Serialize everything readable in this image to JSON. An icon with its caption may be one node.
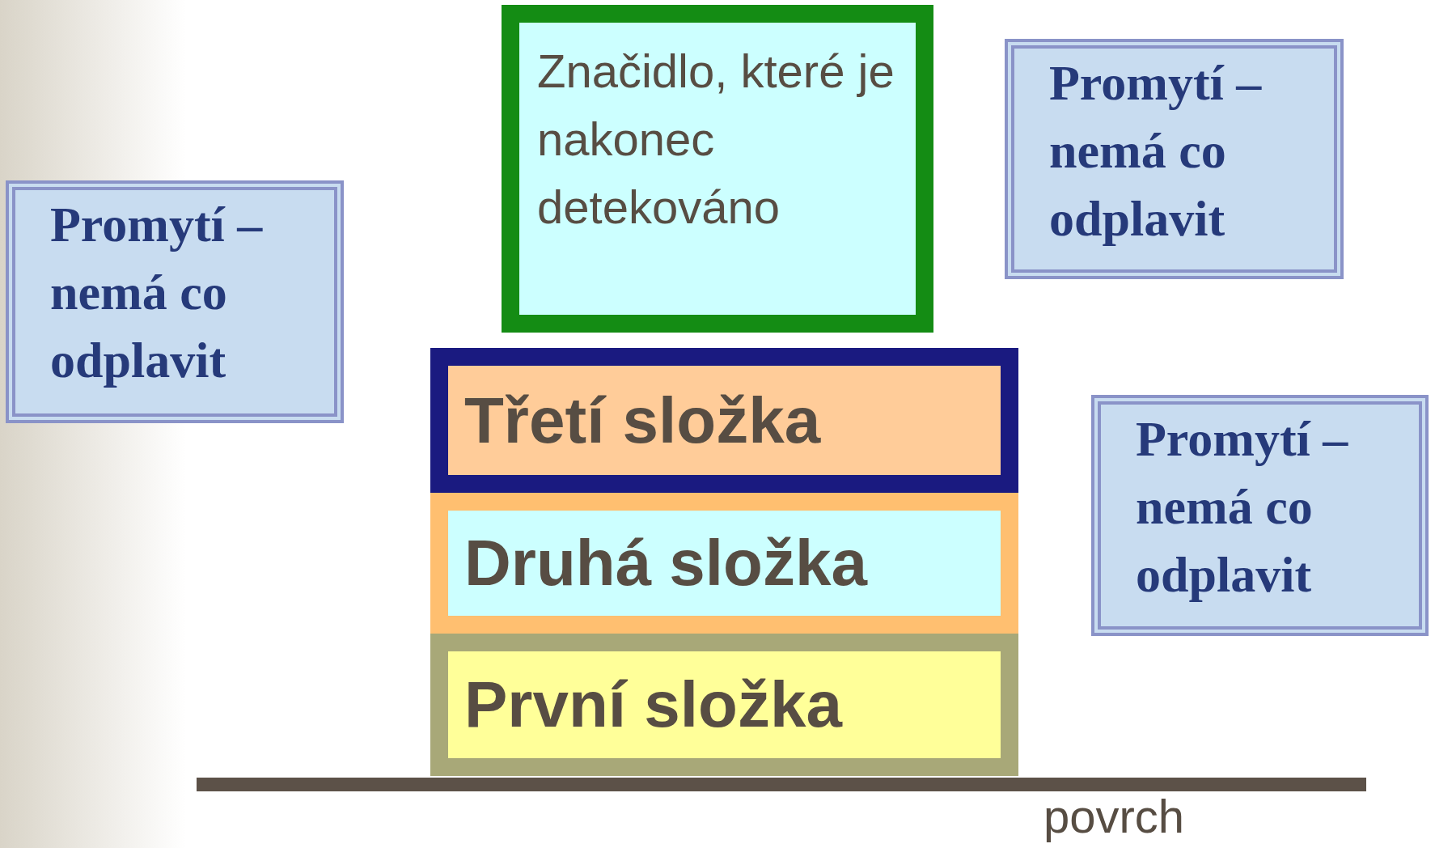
{
  "diagram": {
    "nodes": [
      {
        "text": [
          "Značidlo, které je nakonec detekováno"
        ]
      },
      {
        "text": [
          "Promytí – nemá co odplavit"
        ]
      },
      {
        "text": [
          "Promytí – nemá co odplavit"
        ]
      },
      {
        "text": [
          "Třetí složka"
        ]
      },
      {
        "text": [
          "Druhá složka"
        ]
      },
      {
        "text": [
          "Promytí – nemá co odplavit"
        ]
      },
      {
        "text": [
          "První složka"
        ]
      }
    ],
    "labels": [
      "povrch"
    ]
  }
}
